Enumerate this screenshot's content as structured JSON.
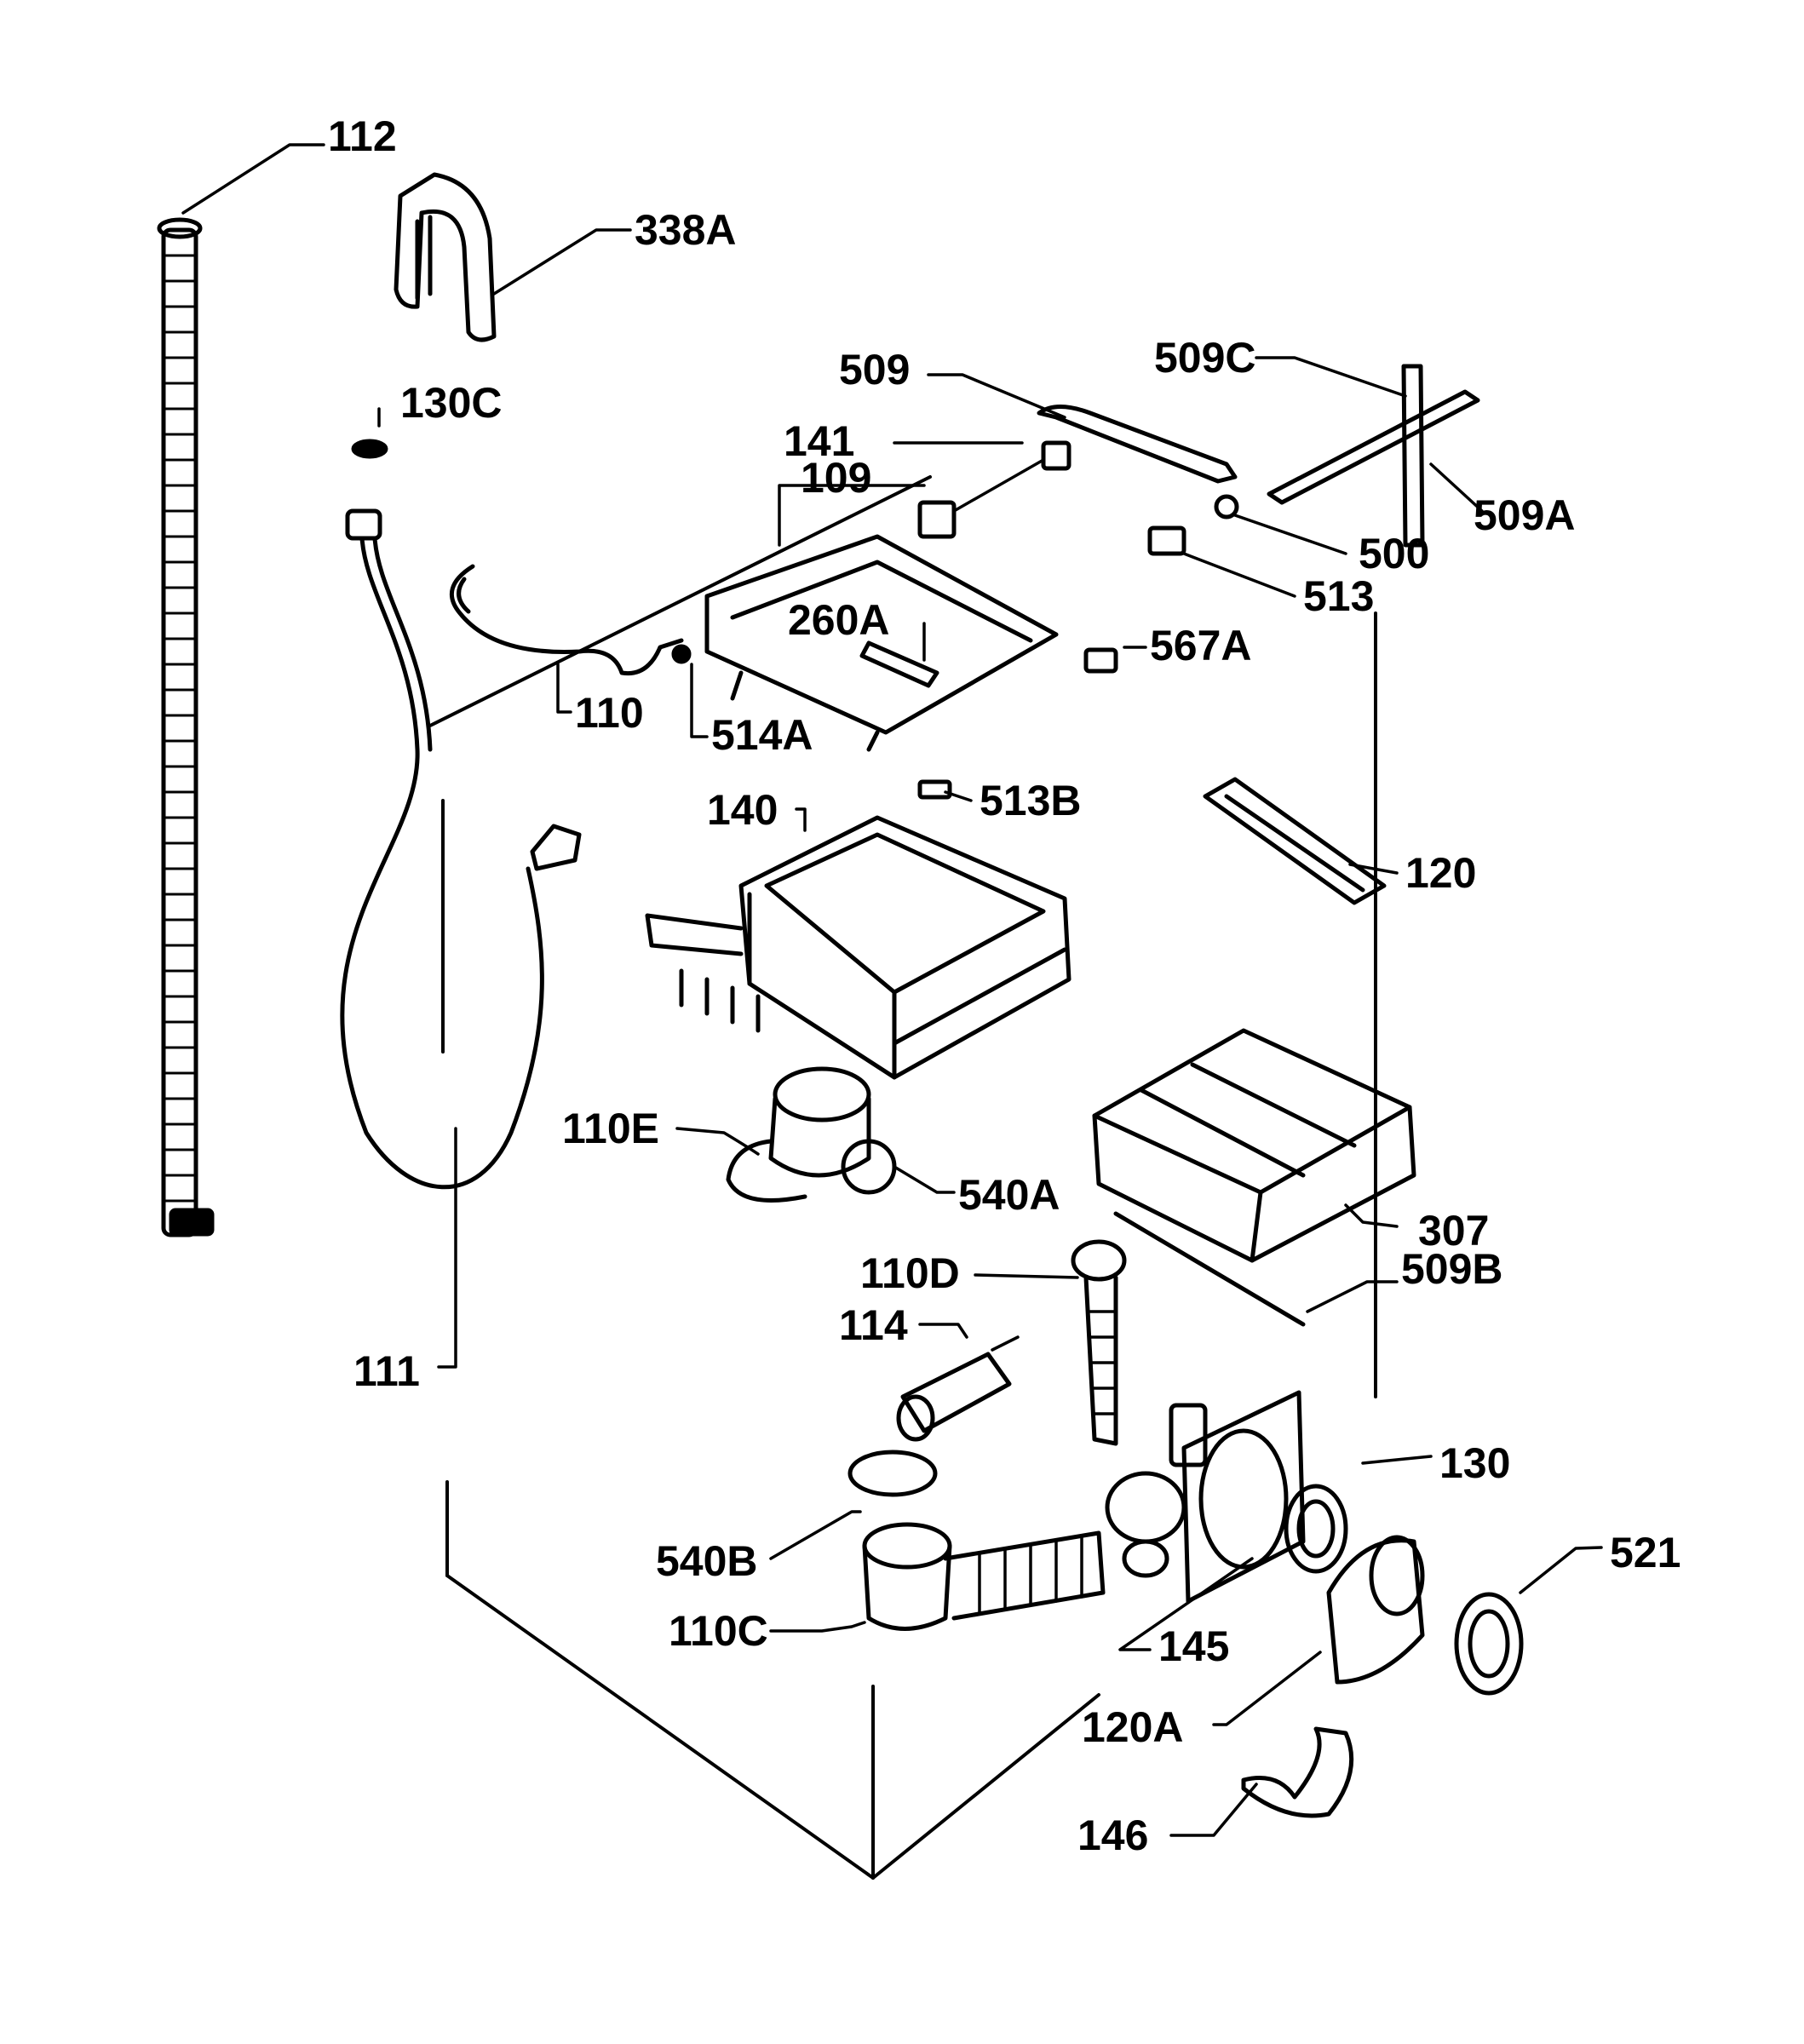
{
  "labels": {
    "p112": "112",
    "p338A": "338A",
    "p130C": "130C",
    "p509": "509",
    "p509C": "509C",
    "p141": "141",
    "p109": "109",
    "p509A": "509A",
    "p500": "500",
    "p513": "513",
    "p260A": "260A",
    "p567A": "567A",
    "p110": "110",
    "p514A": "514A",
    "p513B": "513B",
    "p140": "140",
    "p120": "120",
    "p110E": "110E",
    "p540A": "540A",
    "p307": "307",
    "p509B": "509B",
    "p110D": "110D",
    "p114": "114",
    "p111": "111",
    "p130": "130",
    "p521": "521",
    "p540B": "540B",
    "p110C": "110C",
    "p145": "145",
    "p120A": "120A",
    "p146": "146"
  }
}
